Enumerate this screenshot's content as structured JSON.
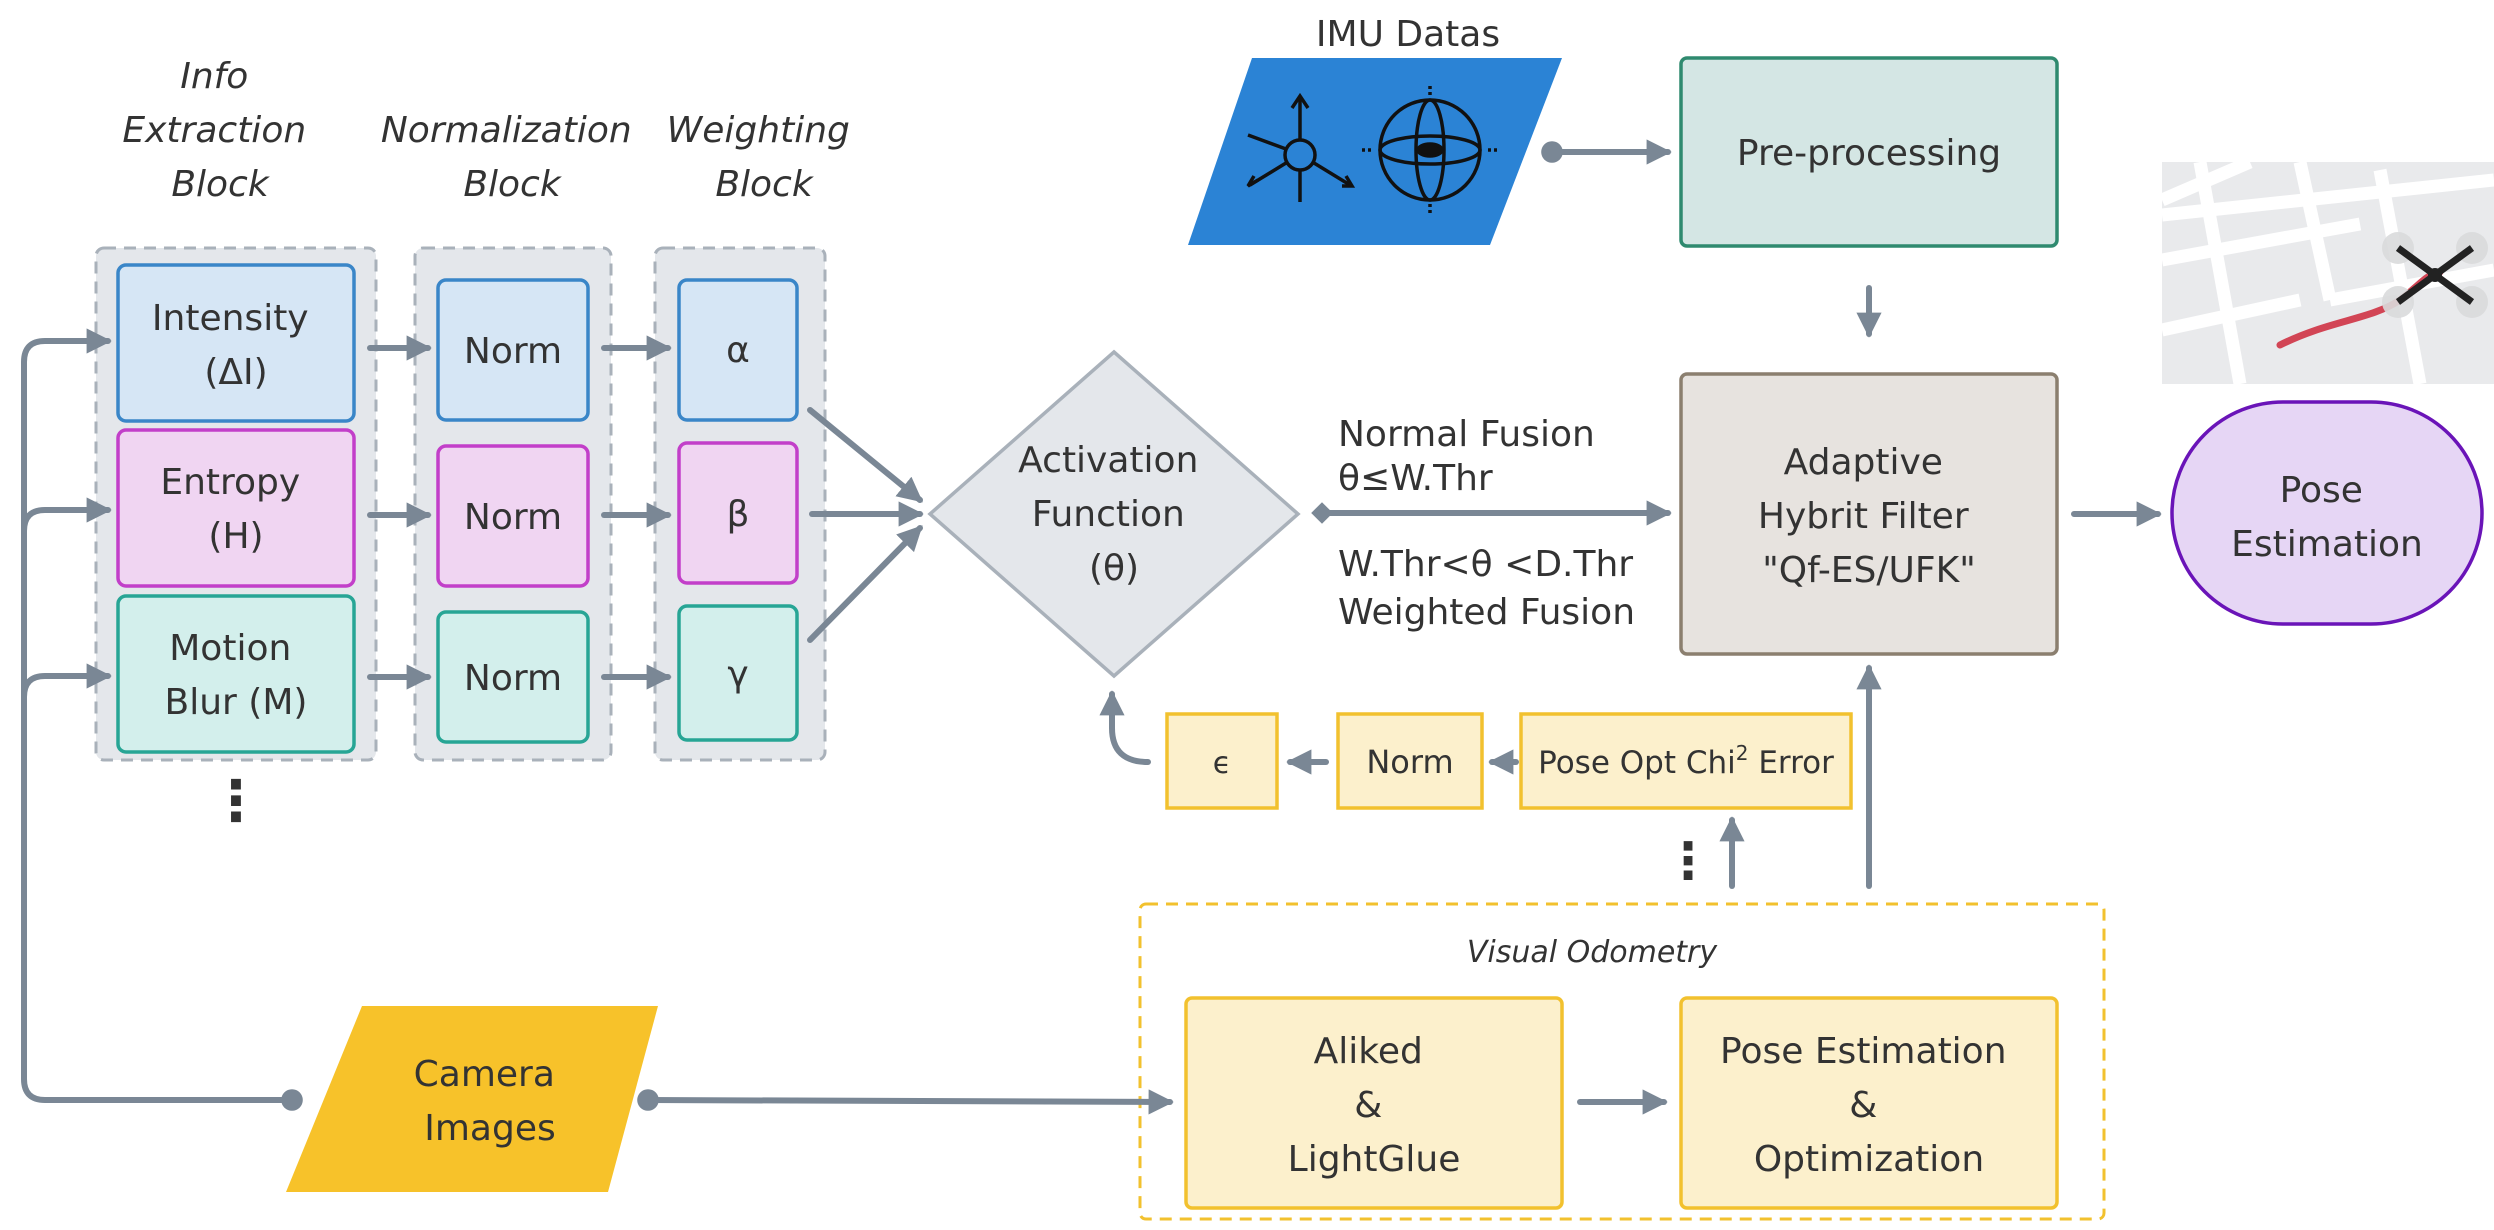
{
  "headers": {
    "info": [
      "Info",
      "Extraction",
      "Block"
    ],
    "normalization": [
      "Normalization",
      "Block"
    ],
    "weighting": [
      "Weighting",
      "Block"
    ]
  },
  "features": [
    {
      "line1": "Intensity",
      "line2": "(ΔI)",
      "fill": "#d6e6f5",
      "stroke": "#3a86c8"
    },
    {
      "line1": "Entropy",
      "line2": "(H)",
      "fill": "#f0d5f2",
      "stroke": "#c23fc9"
    },
    {
      "line1": "Motion",
      "line2": "Blur (M)",
      "fill": "#d3efec",
      "stroke": "#27a595"
    }
  ],
  "norm_label": "Norm",
  "weights": [
    "α",
    "β",
    "γ"
  ],
  "continuation_dots": "⋮",
  "activation": [
    "Activation",
    "Function",
    "(θ)"
  ],
  "fusion": {
    "normal": [
      "Normal Fusion",
      "θ≤W.Thr"
    ],
    "weighted": [
      "W.Thr<θ <D.Thr",
      "Weighted Fusion"
    ]
  },
  "imu": {
    "label": "IMU Datas",
    "color": "#2b83d5"
  },
  "preprocessing": "Pre-processing",
  "filter": [
    "Adaptive",
    "Hybrit Filter",
    "\"Qf-ES/UFK\""
  ],
  "pose_estimation": [
    "Pose",
    "Estimation"
  ],
  "feedback": {
    "epsilon": "ϵ",
    "norm": "Norm",
    "pose_opt_error": "Pose Opt Chi",
    "pose_opt_sup": "2",
    "pose_opt_suffix": " Error"
  },
  "camera": [
    "Camera",
    "Images"
  ],
  "visual_odometry": {
    "title": "Visual Odometry",
    "matcher": [
      "Aliked",
      "&",
      "LightGlue"
    ],
    "pose": [
      "Pose Estimation",
      "&",
      "Optimization"
    ]
  },
  "colors": {
    "arrow": "#7a8795",
    "yellow_fill": "#fcf0cc",
    "yellow_stroke": "#f2c12e",
    "camera": "#f7c22a",
    "preproc_fill": "#d4e6e4",
    "preproc_stroke": "#2f8a6f",
    "filter_fill": "#e7e3df",
    "filter_stroke": "#8b7f6f",
    "pose_fill": "#e6d6f5",
    "pose_stroke": "#6a14b8"
  }
}
